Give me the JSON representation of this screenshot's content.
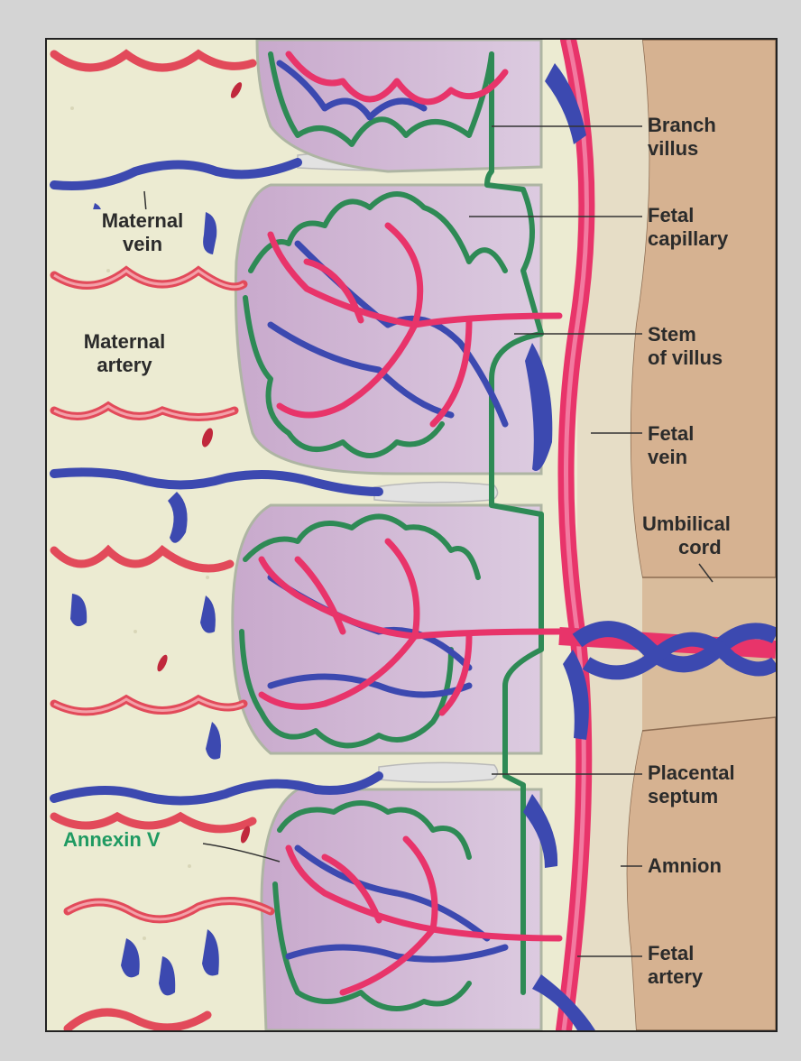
{
  "figure": {
    "colors": {
      "background": "#d4d4d4",
      "maternal_space": "#ecebd2",
      "villus_fill": "#c9aecd",
      "fetal_tissue": "#d9bc9c",
      "artery_red": "#e8346a",
      "vein_blue": "#3c49b0",
      "maternal_artery": "#e24a5a",
      "septum": "#dedede",
      "membrane_green": "#2e8a55",
      "annexin_label": "#1f9a62"
    }
  },
  "labels": {
    "branch_villus": [
      "Branch",
      "villus"
    ],
    "fetal_capillary": [
      "Fetal",
      "capillary"
    ],
    "stem_of_villus": [
      "Stem",
      "of villus"
    ],
    "fetal_vein": [
      "Fetal",
      "vein"
    ],
    "umbilical_cord": [
      "Umbilical",
      "cord"
    ],
    "placental_septum": [
      "Placental",
      "septum"
    ],
    "amnion": "Amnion",
    "fetal_artery": [
      "Fetal",
      "artery"
    ],
    "maternal_vein": [
      "Maternal",
      "vein"
    ],
    "maternal_artery": [
      "Maternal",
      "artery"
    ],
    "annexin_v": "Annexin V"
  }
}
